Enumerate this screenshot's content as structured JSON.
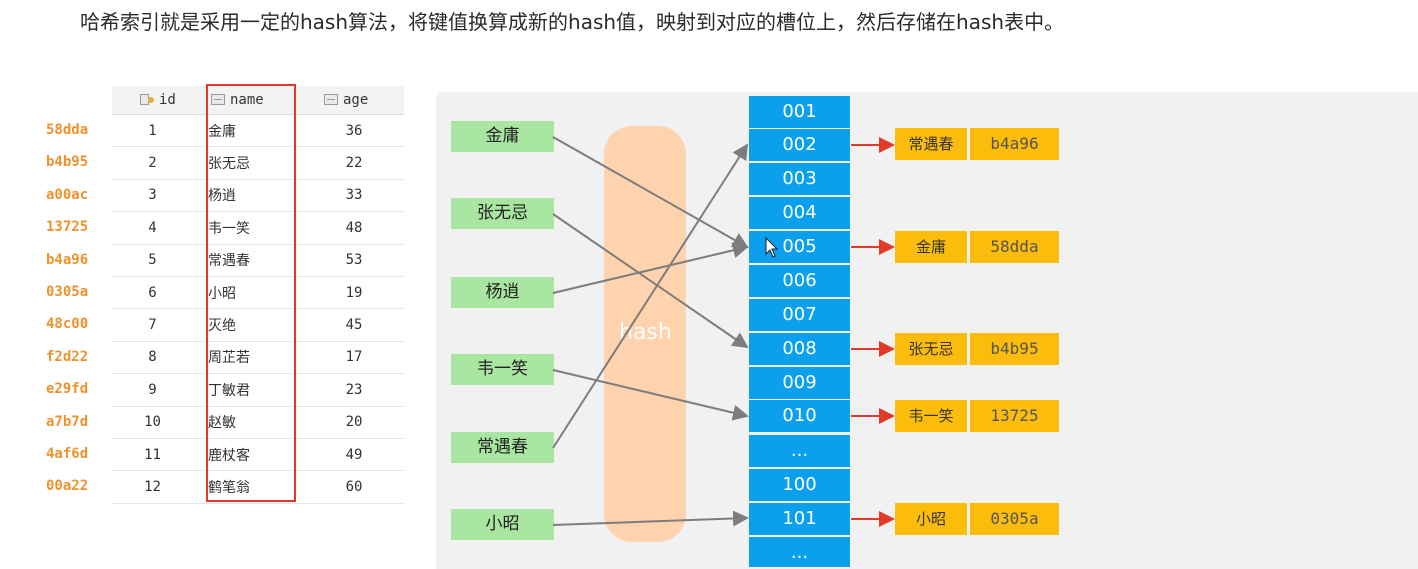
{
  "caption": "哈希索引就是采用一定的hash算法，将键值换算成新的hash值，映射到对应的槽位上，然后存储在hash表中。",
  "table": {
    "headers": [
      "id",
      "name",
      "age"
    ],
    "hashes": [
      "58dda",
      "b4b95",
      "a00ac",
      "13725",
      "b4a96",
      "0305a",
      "48c00",
      "f2d22",
      "e29fd",
      "a7b7d",
      "4af6d",
      "00a22"
    ],
    "rows": [
      {
        "id": "1",
        "name": "金庸",
        "age": "36"
      },
      {
        "id": "2",
        "name": "张无忌",
        "age": "22"
      },
      {
        "id": "3",
        "name": "杨逍",
        "age": "33"
      },
      {
        "id": "4",
        "name": "韦一笑",
        "age": "48"
      },
      {
        "id": "5",
        "name": "常遇春",
        "age": "53"
      },
      {
        "id": "6",
        "name": "小昭",
        "age": "19"
      },
      {
        "id": "7",
        "name": "灭绝",
        "age": "45"
      },
      {
        "id": "8",
        "name": "周芷若",
        "age": "17"
      },
      {
        "id": "9",
        "name": "丁敏君",
        "age": "23"
      },
      {
        "id": "10",
        "name": "赵敏",
        "age": "20"
      },
      {
        "id": "11",
        "name": "鹿杖客",
        "age": "49"
      },
      {
        "id": "12",
        "name": "鹤笔翁",
        "age": "60"
      }
    ]
  },
  "diagram": {
    "keys": [
      "金庸",
      "张无忌",
      "杨逍",
      "韦一笑",
      "常遇春",
      "小昭"
    ],
    "hash_label": "hash",
    "slots": [
      "001",
      "002",
      "003",
      "004",
      "005",
      "006",
      "007",
      "008",
      "009",
      "010",
      "...",
      "100",
      "101",
      "..."
    ],
    "entries": [
      {
        "name": "常遇春",
        "hash": "b4a96"
      },
      {
        "name": "金庸",
        "hash": "58dda"
      },
      {
        "name": "张无忌",
        "hash": "b4b95"
      },
      {
        "name": "韦一笑",
        "hash": "13725"
      },
      {
        "name": "小昭",
        "hash": "0305a"
      }
    ],
    "colors": {
      "key": "#a8e6a1",
      "slot": "#0aa0ee",
      "entry": "#fbbc0c",
      "hash_bar": "#ffd3ae",
      "pointer": "#e03a2a",
      "hash_text": "#f0922b"
    }
  }
}
